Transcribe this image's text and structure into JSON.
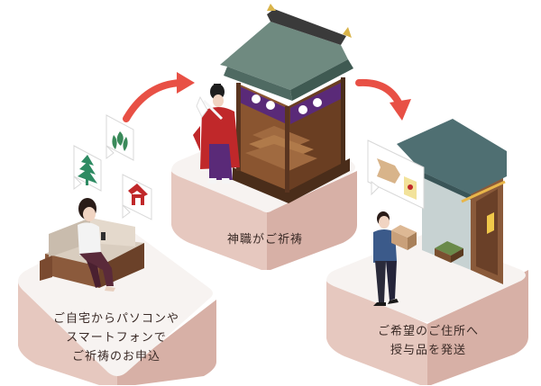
{
  "steps": [
    {
      "lines": [
        "ご自宅からパソコンや",
        "スマートフォンで",
        "ご祈祷のお申込"
      ]
    },
    {
      "lines": [
        "神職がご祈祷"
      ]
    },
    {
      "lines": [
        "ご希望のご住所へ",
        "授与品を発送"
      ]
    }
  ],
  "colors": {
    "platform_top": "#f7f3f1",
    "platform_side": "#d7b0a6",
    "platform_front": "#e6c8bf",
    "arrow": "#e85045",
    "shrine_roof": "#6f8a80",
    "shrine_wood": "#7a4a2a",
    "priest_robe": "#c0282a",
    "courier_jacket": "#3b5a8a",
    "house_roof": "#4f6f72"
  },
  "icons": [
    "tree-app-icon",
    "leaf-app-icon",
    "shrine-app-icon",
    "amulet-bubble-icon"
  ]
}
